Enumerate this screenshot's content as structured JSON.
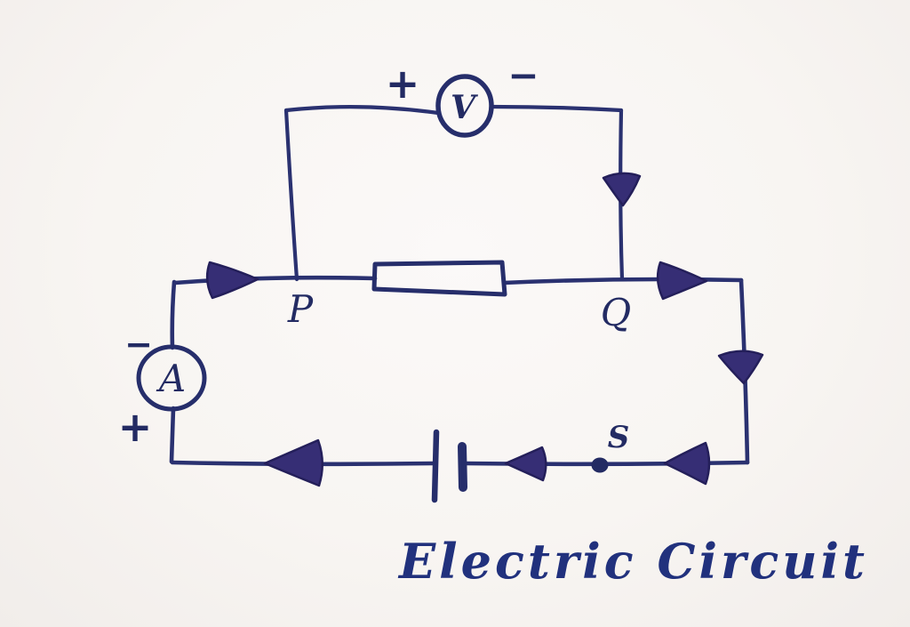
{
  "title": "Electric Circuit",
  "colors": {
    "paper": "#f9f6f3",
    "ink": "#2a3170",
    "ink_dark": "#232b63",
    "arrow_fill": "#362e75",
    "title_ink": "#21317d"
  },
  "labels": {
    "voltmeter": "V",
    "voltmeter_plus": "+",
    "voltmeter_minus": "−",
    "ammeter": "A",
    "ammeter_minus": "−",
    "ammeter_plus": "+",
    "point_p": "P",
    "point_q": "Q",
    "switch": "S"
  }
}
